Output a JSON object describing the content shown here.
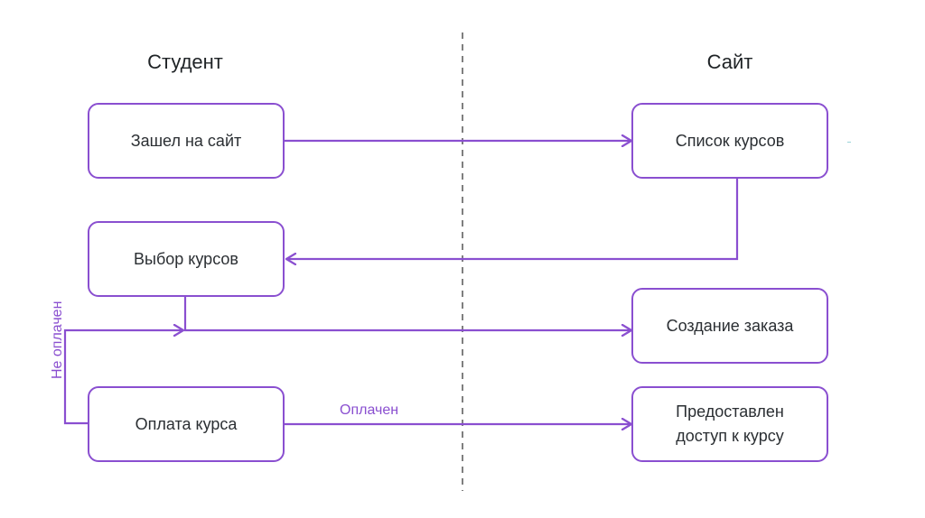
{
  "colors": {
    "accent": "#8a4fd0",
    "divider": "#555555",
    "text": "#2b2f33"
  },
  "lanes": {
    "student": "Студент",
    "site": "Сайт"
  },
  "nodes": {
    "visit": "Зашел на сайт",
    "course_list": "Список курсов",
    "choose_courses": "Выбор курсов",
    "create_order": "Создание заказа",
    "pay_course": "Оплата курса",
    "access_line1": "Предоставлен",
    "access_line2": "доступ к курсу"
  },
  "edges": {
    "paid": "Оплачен",
    "unpaid": "Не оплачен"
  }
}
